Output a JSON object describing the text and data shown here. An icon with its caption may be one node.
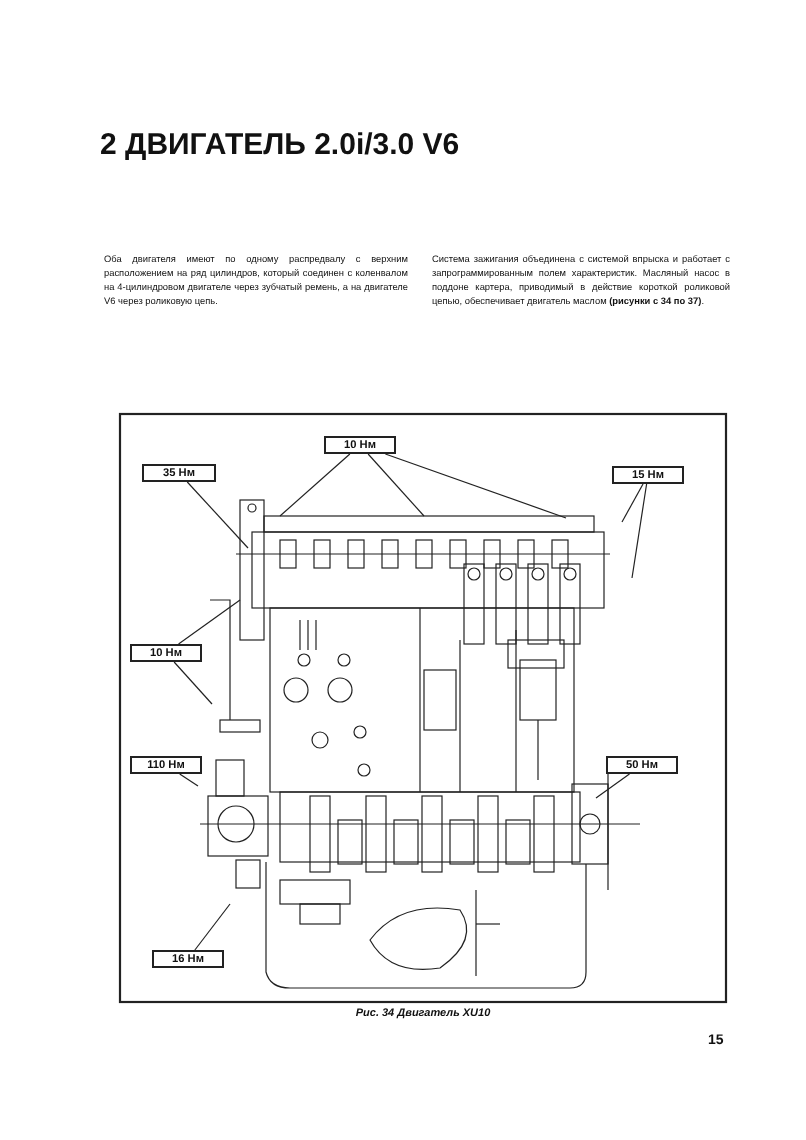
{
  "diagram": {
    "title": "2 ДВИГАТЕЛЬ 2.0i/3.0 V6",
    "caption": "Рис. 34 Двигатель XU10",
    "nodes": [
      {
        "text": [
          "10 Нм"
        ]
      },
      {
        "text": [
          "35 Нм"
        ]
      },
      {
        "text": [
          "15 Нм"
        ]
      },
      {
        "text": [
          "10 Нм"
        ]
      },
      {
        "text": [
          "110 Нм"
        ]
      },
      {
        "text": [
          "50 Нм"
        ]
      },
      {
        "text": [
          "16 Нм"
        ]
      }
    ],
    "edges": [
      {
        "from": 0,
        "to": null,
        "arrow": "none"
      },
      {
        "from": 0,
        "to": null,
        "arrow": "none"
      },
      {
        "from": 0,
        "to": null,
        "arrow": "none"
      },
      {
        "from": 1,
        "to": null,
        "arrow": "none"
      },
      {
        "from": 2,
        "to": null,
        "arrow": "none"
      },
      {
        "from": 2,
        "to": null,
        "arrow": "none"
      },
      {
        "from": 3,
        "to": null,
        "arrow": "none"
      },
      {
        "from": 3,
        "to": null,
        "arrow": "none"
      },
      {
        "from": 4,
        "to": null,
        "arrow": "none"
      },
      {
        "from": 5,
        "to": null,
        "arrow": "none"
      },
      {
        "from": 6,
        "to": null,
        "arrow": "none"
      }
    ],
    "labels": [
      "Оба двигателя имеют по одному распредвалу с верхним расположением на ряд цилиндров, который соединен с коленвалом на 4-цилиндровом двигателе через зубчатый ремень, а на двигателе V6 через роликовую цепь.",
      "Система зажигания объединена с системой впрыска и работает с запрограммированным полем характеристик. Масляный насос в поддоне картера, приводимый в действие короткой роликовой цепью, обеспечивает двигатель маслом **(рисунки с 34 по 37)**.",
      "15"
    ]
  }
}
